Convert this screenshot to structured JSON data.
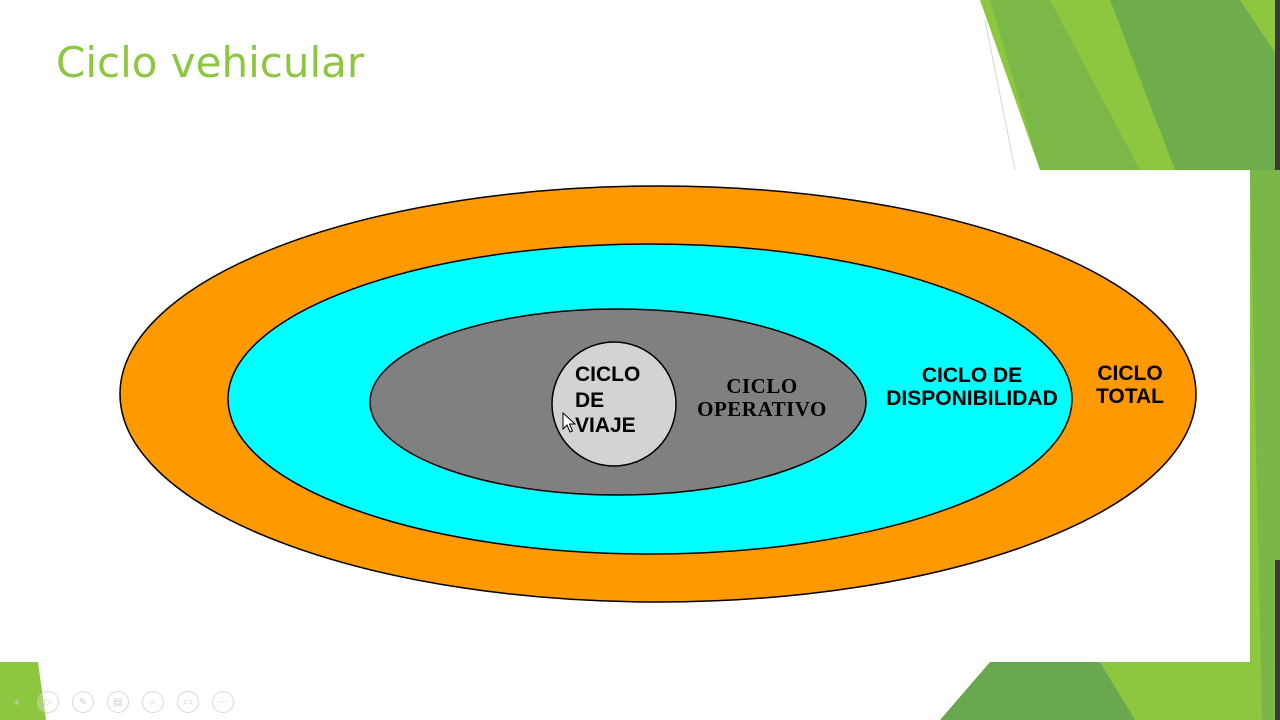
{
  "slide": {
    "title": "Ciclo vehicular",
    "colors": {
      "title": "#8dc63f",
      "accent_green_light": "#8dc63f",
      "accent_green_dark": "#5f9b3b"
    }
  },
  "diagram": {
    "rings": [
      {
        "id": "total",
        "label_lines": [
          "CICLO",
          "TOTAL"
        ],
        "fill": "#ff9900"
      },
      {
        "id": "disponibilidad",
        "label_lines": [
          "CICLO DE",
          "DISPONIBILIDAD"
        ],
        "fill": "#00ffff"
      },
      {
        "id": "operativo",
        "label_lines": [
          "CICLO",
          "OPERATIVO"
        ],
        "fill": "#808080"
      },
      {
        "id": "viaje",
        "label_lines": [
          "CICLO",
          "DE",
          "VIAJE"
        ],
        "fill": "#d3d3d3"
      }
    ],
    "outline_color": "#000000"
  },
  "toolbar": {
    "buttons": [
      {
        "icon": "previous-icon",
        "glyph": "◂"
      },
      {
        "icon": "play-icon",
        "glyph": "▷"
      },
      {
        "icon": "pen-icon",
        "glyph": "✎"
      },
      {
        "icon": "slides-icon",
        "glyph": "▤"
      },
      {
        "icon": "zoom-icon",
        "glyph": "⌕"
      },
      {
        "icon": "subtitles-icon",
        "glyph": "▭"
      },
      {
        "icon": "more-icon",
        "glyph": "⋯"
      }
    ]
  }
}
